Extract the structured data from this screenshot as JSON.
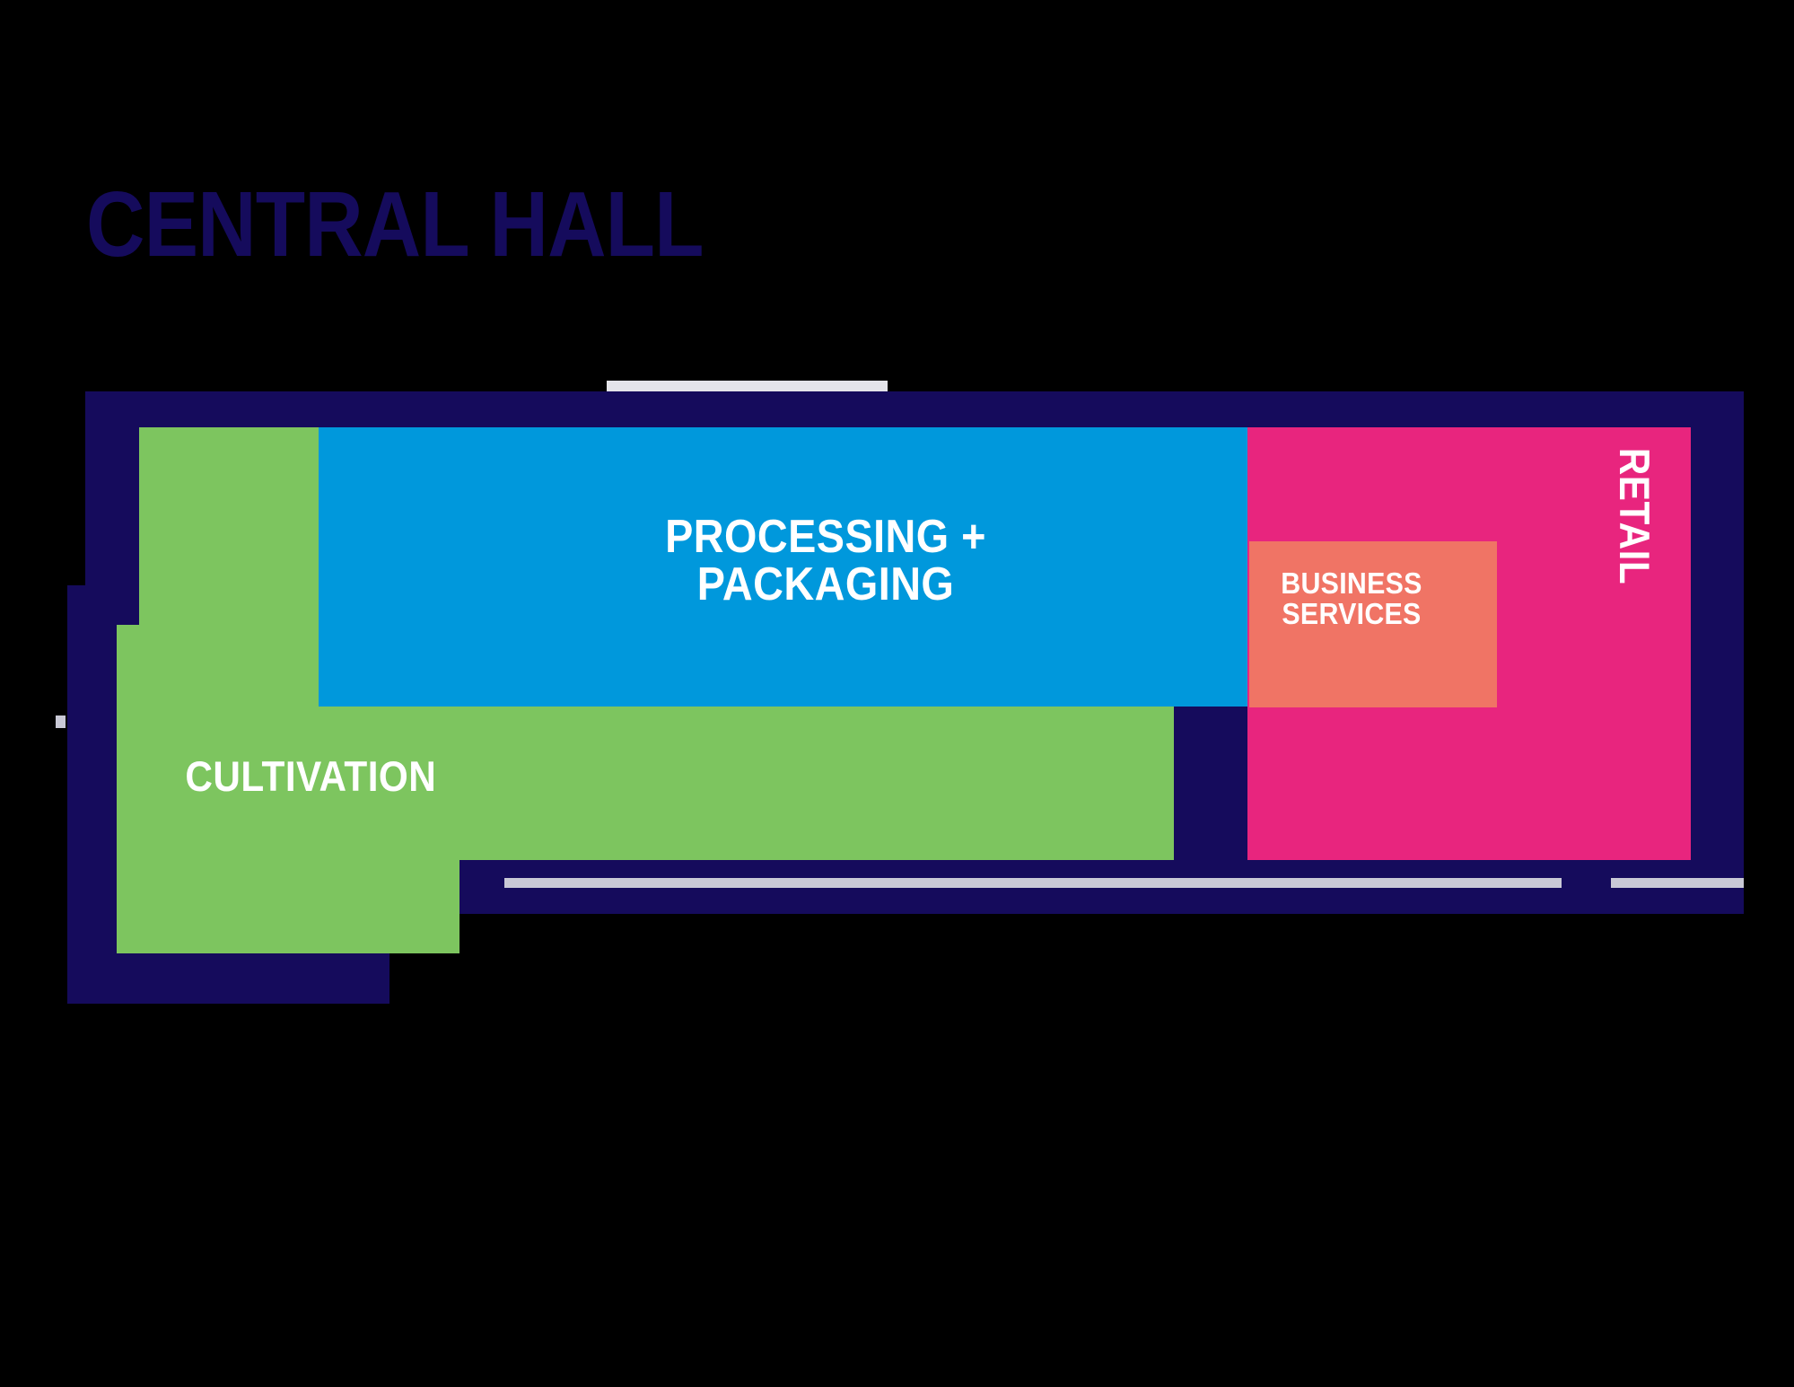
{
  "page": {
    "title": "CENTRAL HALL",
    "background_color": "#000000"
  },
  "floor_plan": {
    "name": "Central Hall",
    "wall_color": "#150B5C",
    "entrance_marker_color": "#D9D9E2",
    "zones": [
      {
        "id": "cultivation",
        "label": "CULTIVATION",
        "color": "#7DC55F",
        "text_color": "#FFFFFF",
        "orientation": "horizontal"
      },
      {
        "id": "processing-packaging",
        "label": "PROCESSING +\nPACKAGING",
        "color": "#0098DC",
        "text_color": "#FFFFFF",
        "orientation": "horizontal"
      },
      {
        "id": "retail",
        "label": "RETAIL",
        "color": "#E8257E",
        "text_color": "#FFFFFF",
        "orientation": "vertical"
      },
      {
        "id": "business-services",
        "label": "BUSINESS\nSERVICES",
        "color": "#F07465",
        "text_color": "#FFFFFF",
        "orientation": "horizontal"
      }
    ]
  }
}
